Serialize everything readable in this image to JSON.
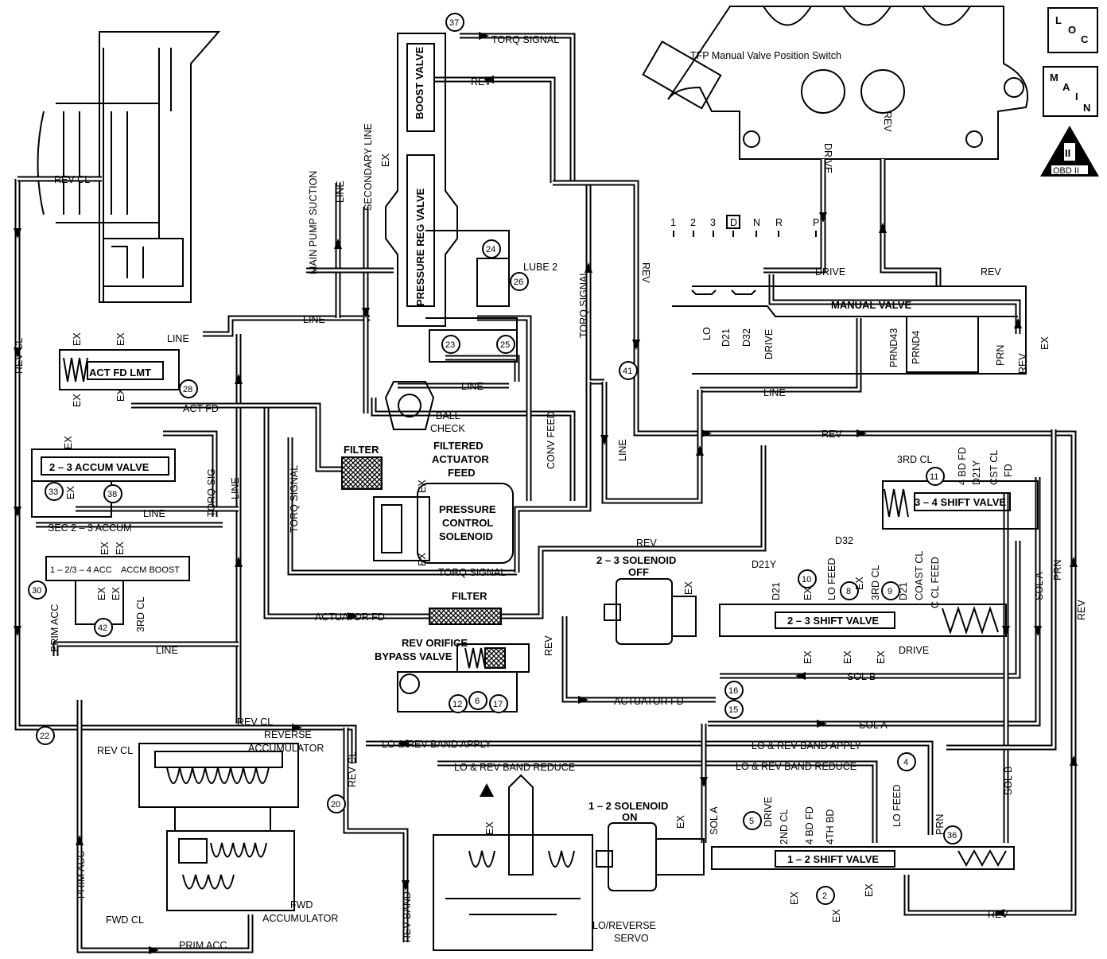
{
  "badges": {
    "loc": [
      "L",
      "O",
      "C"
    ],
    "main": [
      "M",
      "A",
      "I",
      "N"
    ],
    "obd_top": "II",
    "obd_bottom": "OBD II"
  },
  "labels": {
    "tfp_switch": "TFP Manual Valve Position Switch",
    "drive_sw": "DRIVE",
    "rev_sw": "REV",
    "torq_signal_top": "TORQ SIGNAL",
    "rev_top": "REV",
    "boost_valve": "BOOST VALVE",
    "pressure_reg_valve": "PRESSURE REG VALVE",
    "ex_top": "EX",
    "main_pump_suction": "MAIN PUMP SUCTION",
    "line_v1": "LINE",
    "secondary_line": "SECONDARY LINE",
    "rev_cl_top": "REV CL",
    "rev_cl_left": "REV CL",
    "lube2": "LUBE 2",
    "torq_signal_v": "TORQ SIGNAL",
    "rev_v_mid": "REV",
    "line_mid": "LINE",
    "line_actfd": "LINE",
    "act_fd_lmt": "ACT FD LMT",
    "act_fd": "ACT FD",
    "ex_a1": "EX",
    "ex_a2": "EX",
    "ex_a3": "EX",
    "ex_a4": "EX",
    "line_ball": "LINE",
    "ball_check_1": "BALL",
    "ball_check_2": "CHECK",
    "conv_feed": "CONV FEED",
    "line_v41": "LINE",
    "line_right": "LINE",
    "rev_mid": "REV",
    "filter1": "FILTER",
    "filtered_1": "FILTERED",
    "filtered_2": "ACTUATOR",
    "filtered_3": "FEED",
    "pcs_1": "PRESSURE",
    "pcs_2": "CONTROL",
    "pcs_3": "SOLENOID",
    "ex_pcs1": "EX",
    "ex_pcs2": "EX",
    "torq_signal_bottom": "TORQ SIGNAL",
    "torq_signal_v2": "TORQ SIGNAL",
    "accum_23": "2 – 3 ACCUM VALVE",
    "ex_acc1": "EX",
    "ex_acc2": "EX",
    "torq_sig": "TORQ SIG",
    "line_v_left": "LINE",
    "line_acc": "LINE",
    "sec_23_accum": "SEC 2 – 3 ACCUM",
    "acc_1234": "1 – 2/3 – 4 ACC",
    "accm_boost": "ACCM BOOST",
    "ex_b1": "EX",
    "ex_b2": "EX",
    "ex_b3": "EX",
    "ex_b4": "EX",
    "third_cl_left": "3RD CL",
    "prim_acc_left": "PRIM ACC",
    "line_bottom_left": "LINE",
    "actuator_fd": "ACTUATOR FD",
    "filter2": "FILTER",
    "rev_orifice_1": "REV ORIFICE",
    "rev_orifice_2": "BYPASS VALVE",
    "rev_v_orifice": "REV",
    "rev_solenoid_line": "REV",
    "actuator_fd_2": "ACTUATOR FD",
    "sol_b_mid": "SOL B",
    "sol_a_mid": "SOL A",
    "lo_rev_band_apply_1": "LO & REV BAND APPLY",
    "lo_rev_band_apply_2": "LO & REV BAND APPLY",
    "lo_rev_band_reduce_1": "LO & REV BAND REDUCE",
    "lo_rev_band_reduce_2": "LO & REV BAND REDUCE",
    "rev_cl_mid": "REV CL",
    "rev_cl_low": "REV CL",
    "rev_cl_v": "REV CL",
    "reverse_accum_1": "REVERSE",
    "reverse_accum_2": "ACCUMULATOR",
    "fwd_cl": "FWD CL",
    "fwd_accum_1": "FWD",
    "fwd_accum_2": "ACCUMULATOR",
    "prim_acc_v": "PRIM ACC",
    "prim_acc_bottom": "PRIM ACC",
    "rev_band": "REV BAND",
    "ex_servo": "EX",
    "lo_reverse_servo_1": "LO/REVERSE",
    "lo_reverse_servo_2": "SERVO",
    "sol12_1": "1 – 2 SOLENOID",
    "sol12_2": "ON",
    "ex_sol12": "EX",
    "sol_a_v": "SOL A",
    "drive_12": "DRIVE",
    "second_cl": "2ND CL",
    "bd_fd_4": "4 BD FD",
    "fourth_bd": "4TH BD",
    "lo_feed_12": "LO FEED",
    "prn_12": "PRN",
    "shift_12": "1 – 2 SHIFT VALVE",
    "ex_12a": "EX",
    "ex_12b": "EX",
    "ex_12c": "EX",
    "rev_bottom": "REV",
    "sol_b_v": "SOL B",
    "sol23_1": "2 – 3 SOLENOID",
    "sol23_2": "OFF",
    "ex_sol23": "EX",
    "d21y_23": "D21Y",
    "d21_23": "D21",
    "ex_23a": "EX",
    "lo_feed_23": "LO FEED",
    "ex_23b": "EX",
    "third_cl_23": "3RD CL",
    "d21_23b": "D21",
    "coast_cl": "COAST CL",
    "c_cl_feed": "C CL FEED",
    "shift_23": "2 – 3 SHIFT VALVE",
    "ex_23c": "EX",
    "ex_23d": "EX",
    "ex_23e": "EX",
    "drive_23": "DRIVE",
    "third_cl_34": "3RD CL",
    "bd_fd_34": "4 BD FD",
    "d21y_34": "D21Y",
    "cst_cl_fd_1": "CST CL",
    "cst_cl_fd_2": "FD",
    "shift_34": "3 – 4 SHIFT VALVE",
    "d32_34": "D32",
    "sol_a_right": "SOL A",
    "prn_right": "PRN",
    "rev_right": "REV",
    "manual_valve": "MANUAL VALVE",
    "drive_manual": "DRIVE",
    "rev_manual": "REV",
    "lo_m": "LO",
    "d21_m": "D21",
    "d32_m": "D32",
    "drive_m": "DRIVE",
    "prnd43_m": "PRND43",
    "prnd4_m": "PRND4",
    "prn_m": "PRN",
    "rev_m": "REV",
    "ex_m": "EX"
  },
  "gear_positions": [
    "1",
    "2",
    "3",
    "D",
    "N",
    "R",
    "P"
  ],
  "circled_numbers": {
    "c37": "37",
    "c24": "24",
    "c26": "26",
    "c23": "23",
    "c25": "25",
    "c28": "28",
    "c41": "41",
    "c33": "33",
    "c38": "38",
    "c30": "30",
    "c42": "42",
    "c22": "22",
    "c20": "20",
    "c12": "12",
    "c6": "6",
    "c17": "17",
    "c16": "16",
    "c15": "15",
    "c11": "11",
    "c10": "10",
    "c8": "8",
    "c9": "9",
    "c5": "5",
    "c2": "2",
    "c4": "4",
    "c36": "36"
  }
}
